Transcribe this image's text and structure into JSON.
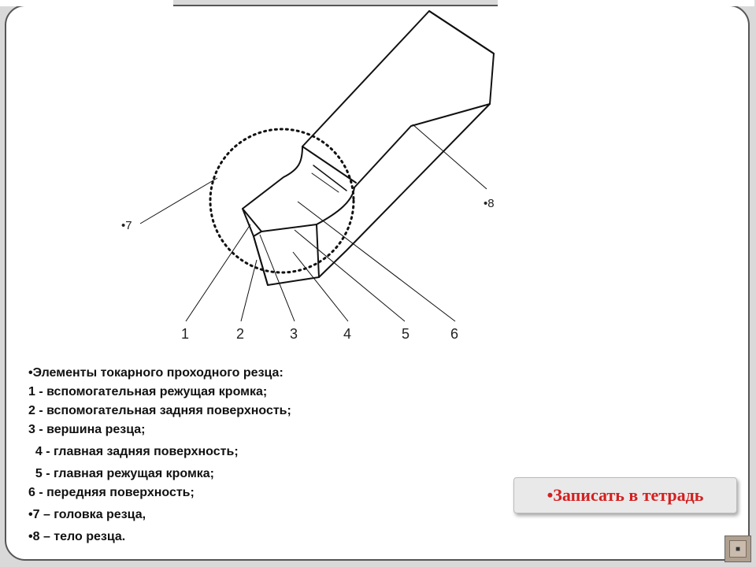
{
  "diagram": {
    "callouts": [
      "1",
      "2",
      "3",
      "4",
      "5",
      "6",
      "•7",
      "•8"
    ]
  },
  "text": {
    "title": "•Элементы токарного проходного резца:",
    "items": [
      "1 - вспомогательная режущая кромка;",
      "2 - вспомогательная задняя поверхность;",
      "3 - вершина резца;",
      "  4 - главная задняя поверхность;",
      "  5 - главная режущая кромка;",
      "6 - передняя поверхность;",
      "•7 – головка резца,",
      "•8 – тело резца."
    ]
  },
  "button": {
    "label": "•Записать в тетрадь",
    "color": "#d42020"
  },
  "nav": {
    "icon": "slide-nav-icon"
  }
}
